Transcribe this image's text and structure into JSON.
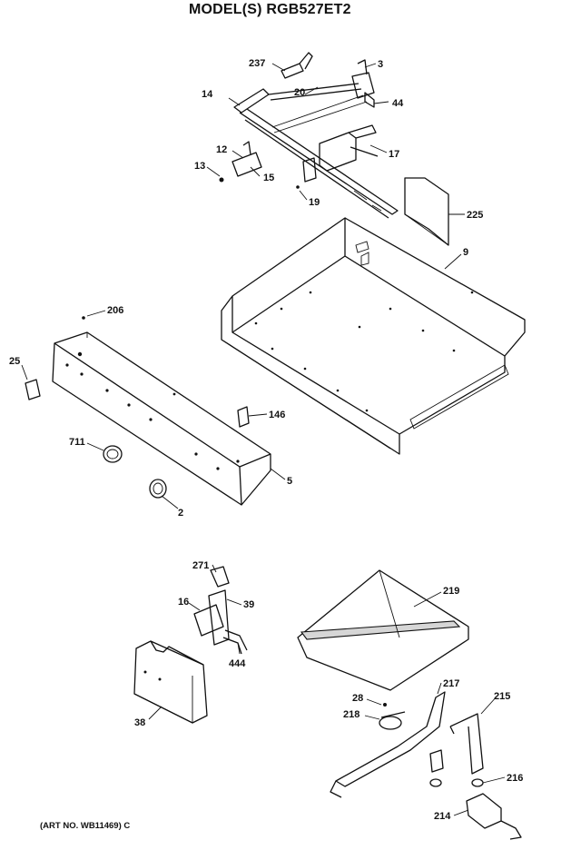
{
  "header": {
    "title": "MODEL(S) RGB527ET2"
  },
  "footer": {
    "art_number": "(ART NO. WB11469) C"
  },
  "callouts": {
    "c237": "237",
    "c3": "3",
    "c14": "14",
    "c20": "20",
    "c44": "44",
    "c12": "12",
    "c17": "17",
    "c13": "13",
    "c15": "15",
    "c19": "19",
    "c225": "225",
    "c9": "9",
    "c206": "206",
    "c25": "25",
    "c146": "146",
    "c711": "711",
    "c5": "5",
    "c2": "2",
    "c271": "271",
    "c16": "16",
    "c39": "39",
    "c444": "444",
    "c38": "38",
    "c219": "219",
    "c217": "217",
    "c215": "215",
    "c28": "28",
    "c218": "218",
    "c216": "216",
    "c214": "214"
  }
}
